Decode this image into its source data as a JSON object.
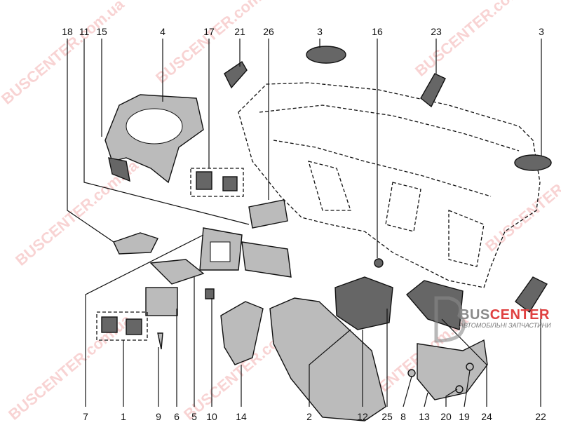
{
  "diagram": {
    "top_callouts": [
      "18",
      "11",
      "15",
      "4",
      "17",
      "21",
      "26",
      "3",
      "16",
      "23",
      "3"
    ],
    "bottom_callouts": [
      "7",
      "1",
      "9",
      "6",
      "5",
      "10",
      "14",
      "2",
      "12",
      "25",
      "8",
      "13",
      "20",
      "19",
      "24",
      "22"
    ]
  },
  "watermark": {
    "text": "BUSCENTER.com.ua",
    "logo_bus": "BUS",
    "logo_center": "CENTER",
    "logo_subtitle": "АВТОМОБІЛЬНІ ЗАПЧАСТИНИ",
    "color": "#e23b3b"
  }
}
